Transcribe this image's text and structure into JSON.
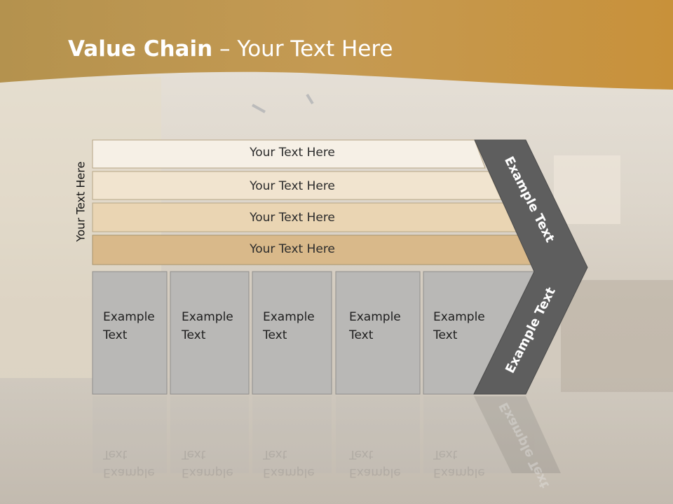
{
  "slide": {
    "title_bold": "Value Chain",
    "title_rest": " – Your Text Here",
    "side_label": "Your Text Here",
    "stripes": [
      {
        "label": "Your Text Here",
        "color": "#f6f0e6"
      },
      {
        "label": "Your Text Here",
        "color": "#f1e4cf"
      },
      {
        "label": "Your Text Here",
        "color": "#ead5b3"
      },
      {
        "label": "Your Text Here",
        "color": "#d9b98a"
      }
    ],
    "boxes": [
      {
        "line1": "Example",
        "line2": "Text"
      },
      {
        "line1": "Example",
        "line2": "Text"
      },
      {
        "line1": "Example",
        "line2": "Text"
      },
      {
        "line1": "Example",
        "line2": "Text"
      },
      {
        "line1": "Example",
        "line2": "Text"
      }
    ],
    "chevron_top": "Example Text",
    "chevron_bottom": "Example Text",
    "colors": {
      "header": "#c3974a",
      "box": "#b9b8b6",
      "chevron": "#5e5e5e"
    }
  }
}
